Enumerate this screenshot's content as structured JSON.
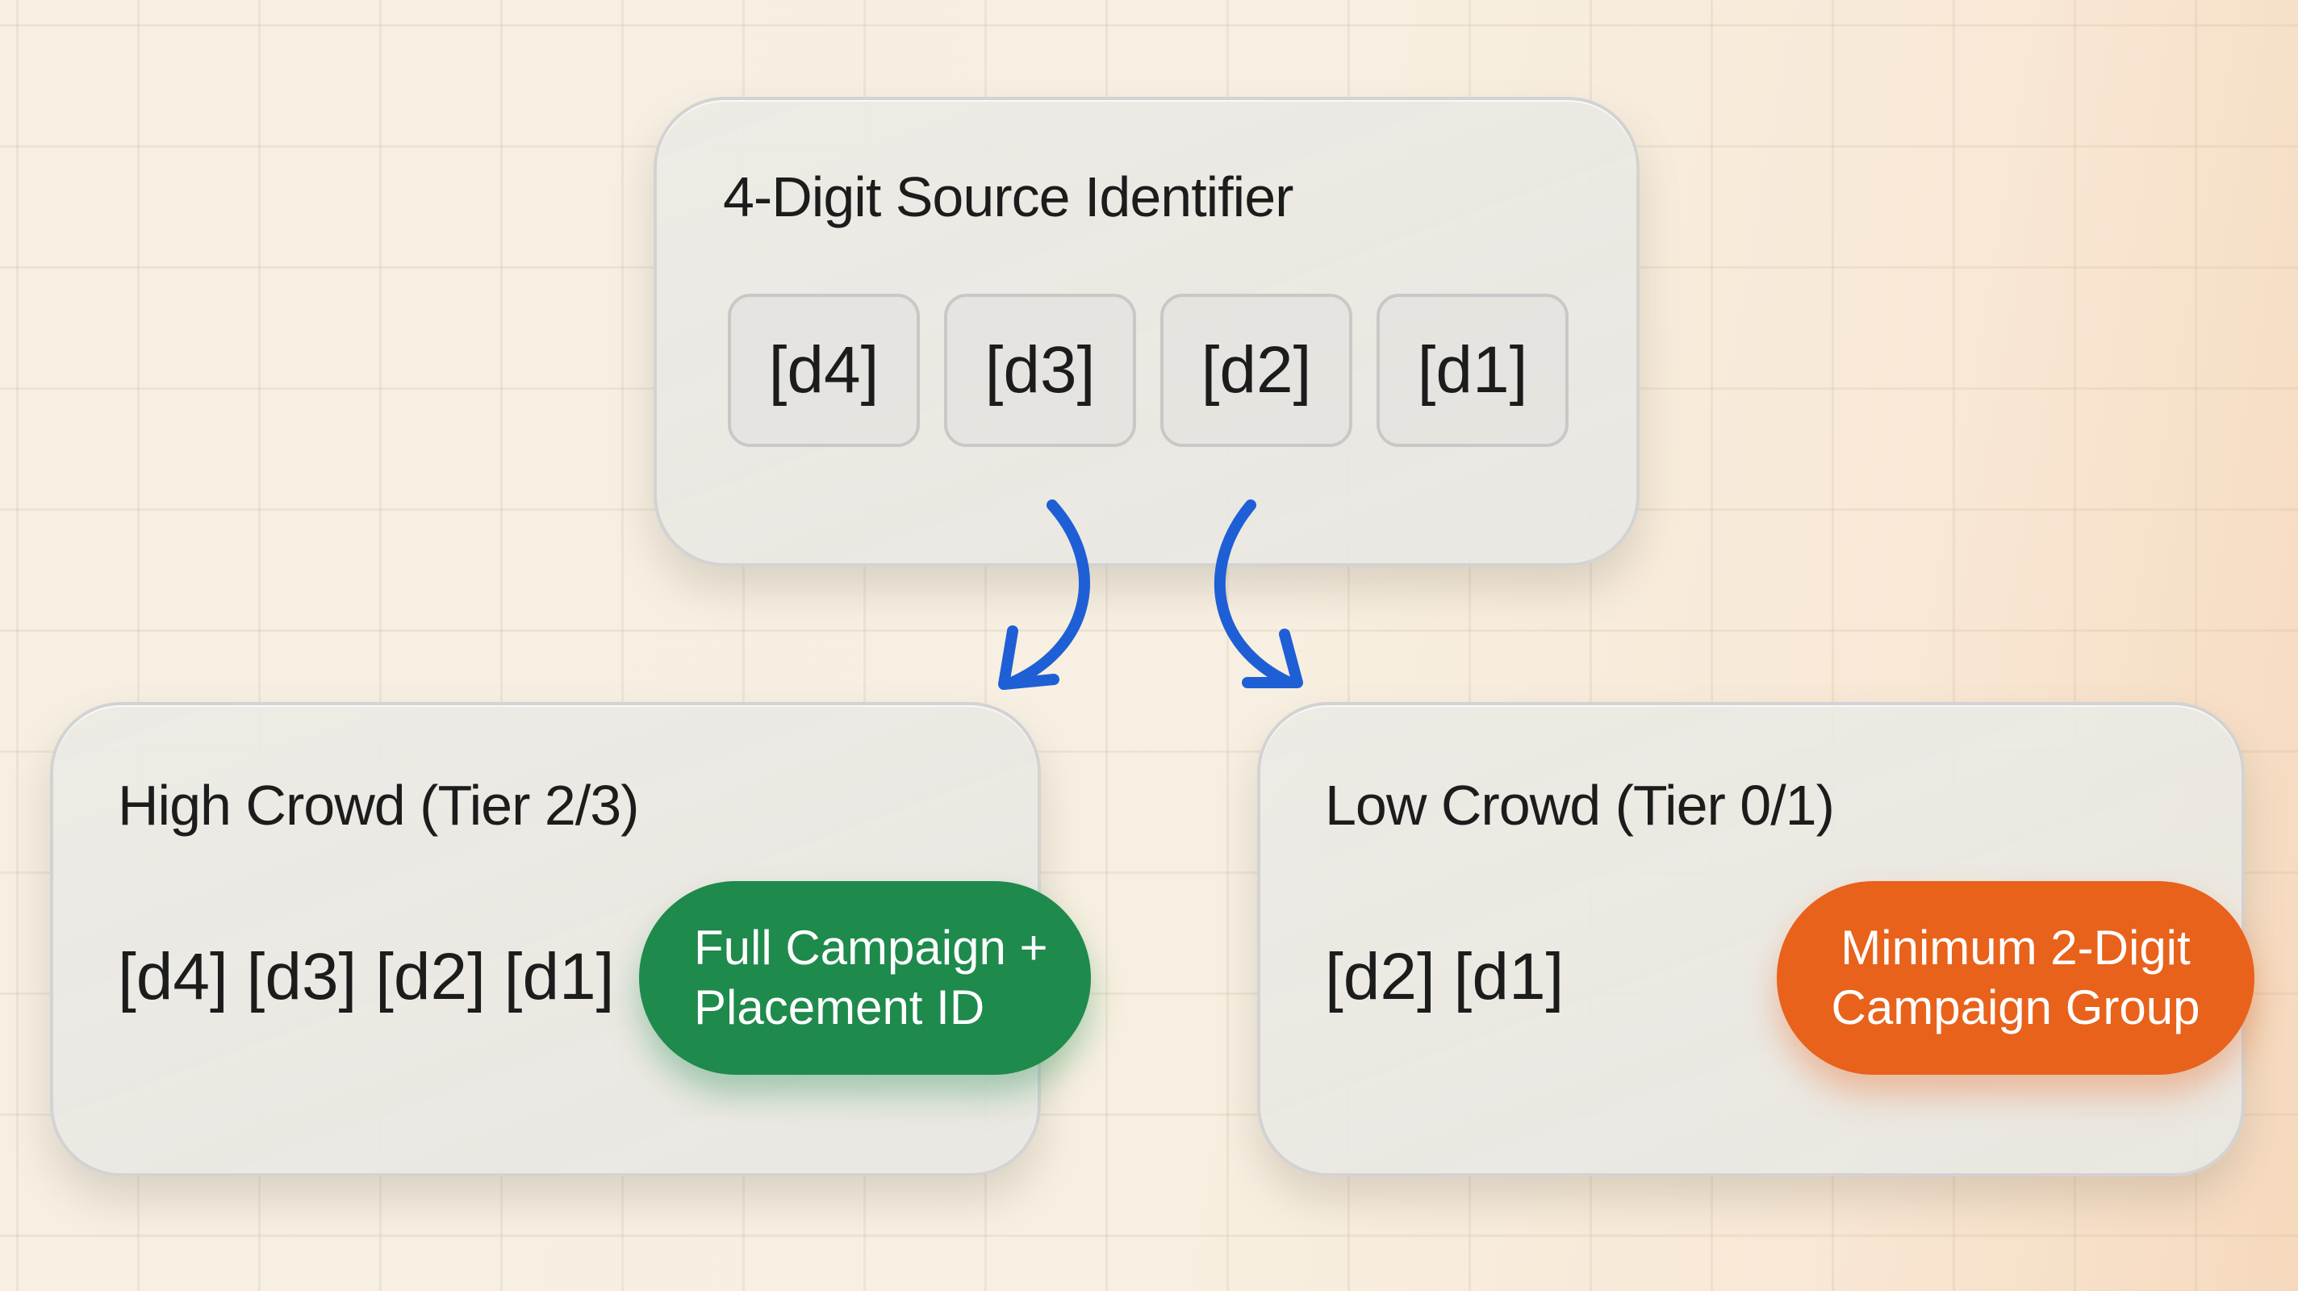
{
  "source_card": {
    "title": "4-Digit Source Identifier",
    "digits": [
      "[d4]",
      "[d3]",
      "[d2]",
      "[d1]"
    ]
  },
  "high_crowd": {
    "title": "High Crowd (Tier 2/3)",
    "digits": "[d4] [d3] [d2] [d1]",
    "badge": "Full Campaign +\nPlacement ID",
    "badge_color": "#1e8a4c"
  },
  "low_crowd": {
    "title": "Low Crowd (Tier 0/1)",
    "digits": "[d2] [d1]",
    "badge": "Minimum 2-Digit\nCampaign Group",
    "badge_color": "#e8621b"
  },
  "arrow_color": "#1f5fd6"
}
